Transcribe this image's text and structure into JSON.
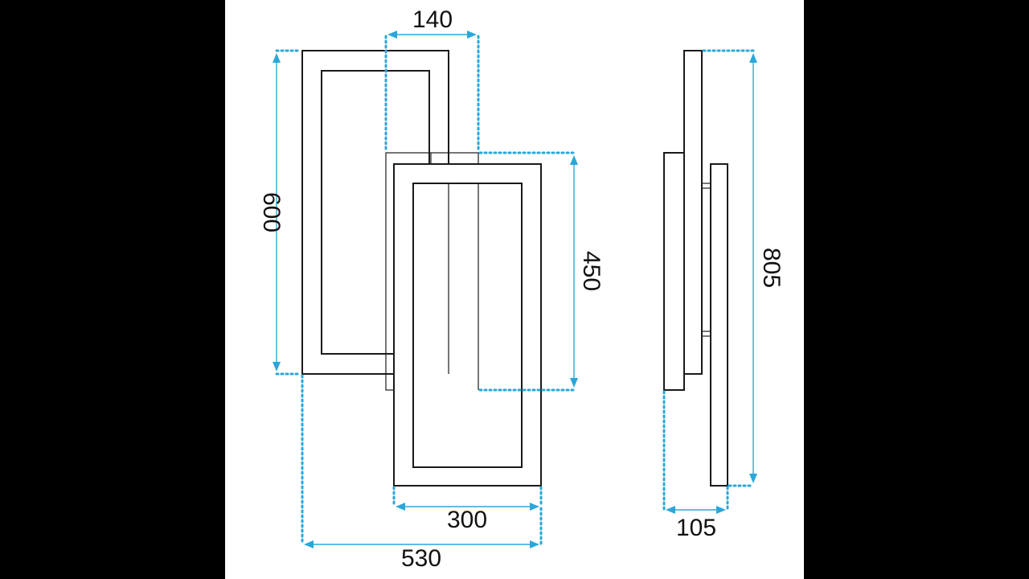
{
  "drawing": {
    "accent_color": "#2aa7d9",
    "line_color": "#1a1a1a",
    "dimensions": {
      "top_width": "140",
      "left_height": "600",
      "right_height": "450",
      "inner_width": "300",
      "total_width": "530",
      "side_height": "805",
      "side_depth": "105"
    }
  }
}
